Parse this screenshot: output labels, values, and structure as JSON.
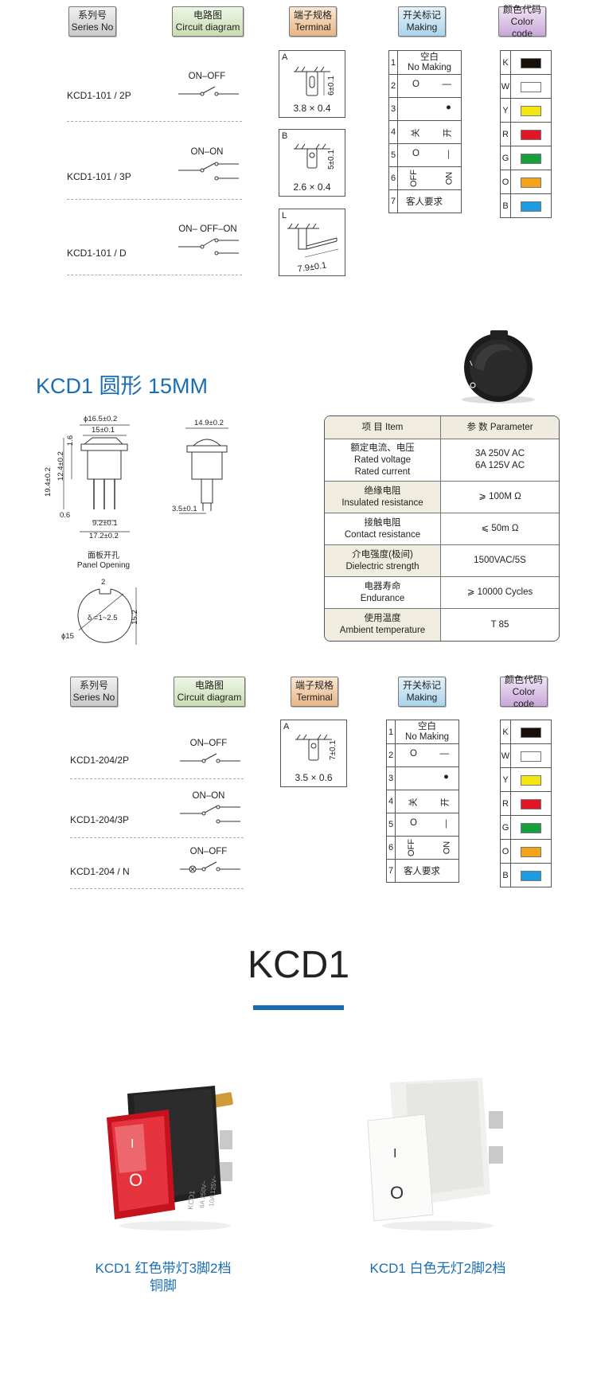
{
  "headers": {
    "series": [
      "系列号",
      "Series No"
    ],
    "circuit": [
      "电路图",
      "Circuit diagram"
    ],
    "terminal": [
      "端子规格",
      "Terminal"
    ],
    "making": [
      "开关标记",
      "Making"
    ],
    "color": [
      "颜色代码",
      "Color code"
    ]
  },
  "section1": {
    "rows": [
      {
        "model": "KCD1-101 / 2P",
        "circuit": "ON–OFF"
      },
      {
        "model": "KCD1-101 / 3P",
        "circuit": "ON–ON"
      },
      {
        "model": "KCD1-101 / D",
        "circuit": "ON– OFF–ON"
      }
    ],
    "terminals": [
      {
        "letter": "A",
        "dim": "3.8 × 0.4",
        "side": "6±0.1"
      },
      {
        "letter": "B",
        "dim": "2.6 × 0.4",
        "side": "5±0.1"
      },
      {
        "letter": "L",
        "dim": "7.9±0.1",
        "side": ""
      }
    ]
  },
  "making": [
    {
      "n": "1",
      "text": "空白",
      "text2": "No Making"
    },
    {
      "n": "2",
      "left": "O",
      "right": "—"
    },
    {
      "n": "3",
      "left": "",
      "right": "●"
    },
    {
      "n": "4",
      "left": "关",
      "right": "开"
    },
    {
      "n": "5",
      "left": "O",
      "right": "—"
    },
    {
      "n": "6",
      "left": "OFF",
      "right": "ON"
    },
    {
      "n": "7",
      "text": "客人要求"
    }
  ],
  "colors": [
    {
      "code": "K",
      "hex": "#1a0e0a"
    },
    {
      "code": "W",
      "hex": "#ffffff"
    },
    {
      "code": "Y",
      "hex": "#f5e60f"
    },
    {
      "code": "R",
      "hex": "#e31522"
    },
    {
      "code": "G",
      "hex": "#15a03c"
    },
    {
      "code": "O",
      "hex": "#f3a318"
    },
    {
      "code": "B",
      "hex": "#1d9ce0"
    }
  ],
  "round_title": "KCD1 圆形 15MM",
  "drawing": {
    "d1": "ϕ16.5±0.2",
    "d2": "15±0.1",
    "d3": "1.6",
    "d4": "12.4±0.2",
    "d5": "19.4±0.2",
    "d6": "0.6",
    "d7": "9.2±0.1",
    "d8": "17.2±0.2",
    "d9": "14.9±0.2",
    "d10": "3.5±0.1",
    "panel_cn": "面板开孔",
    "panel_en": "Panel Opening",
    "p1": "2",
    "p2": "δ =1~2.5",
    "p3": "15.2",
    "p4": "ϕ15"
  },
  "params": {
    "head": {
      "c1": "项 目  Item",
      "c2": "参 数  Parameter"
    },
    "rows": [
      {
        "cn": "额定电流、电压",
        "en1": "Rated voltage",
        "en2": "Rated current",
        "v1": "3A  250V AC",
        "v2": "6A  125V AC"
      },
      {
        "cn": "绝缘电阻",
        "en1": "Insulated resistance",
        "v1": "⩾ 100M Ω"
      },
      {
        "cn": "接触电阻",
        "en1": "Contact resistance",
        "v1": "⩽ 50m Ω"
      },
      {
        "cn": "介电强度(极间)",
        "en1": "Dielectric strength",
        "v1": "1500VAC/5S"
      },
      {
        "cn": "电器寿命",
        "en1": "Endurance",
        "v1": "⩾ 10000 Cycles"
      },
      {
        "cn": "使用温度",
        "en1": "Ambient temperature",
        "v1": "T 85"
      }
    ]
  },
  "section2": {
    "rows": [
      {
        "model": "KCD1-204/2P",
        "circuit": "ON–OFF"
      },
      {
        "model": "KCD1-204/3P",
        "circuit": "ON–ON"
      },
      {
        "model": "KCD1-204 / N",
        "circuit": "ON–OFF"
      }
    ],
    "terminal": {
      "letter": "A",
      "dim": "3.5 × 0.6",
      "side": "7±0.1"
    }
  },
  "product_title": "KCD1",
  "products": [
    {
      "line1": "KCD1 红色带灯3脚2档",
      "line2": "铜脚",
      "rocker_labels": [
        "I",
        "O"
      ],
      "body_text": [
        "KCD1",
        "6A 250V~",
        "10A 125V~"
      ]
    },
    {
      "line1": "KCD1 白色无灯2脚2档",
      "line2": "",
      "rocker_labels": [
        "I",
        "O"
      ],
      "body_text": []
    }
  ]
}
